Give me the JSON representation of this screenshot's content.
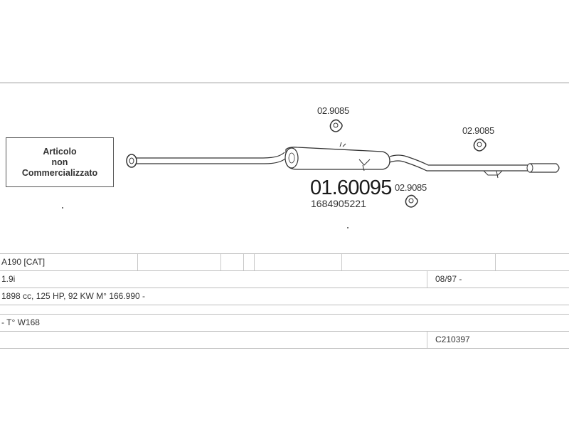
{
  "notice": {
    "line1": "Articolo",
    "line2": "non",
    "line3": "Commercializzato"
  },
  "main_part": {
    "code": "01.60095",
    "oem": "1684905221"
  },
  "mounts": [
    {
      "code": "02.9085"
    },
    {
      "code": "02.9085"
    },
    {
      "code": "02.9085"
    }
  ],
  "table": {
    "row1": {
      "model": "A190  [CAT]"
    },
    "row2": {
      "engine": "1.9i",
      "date": "08/97 -"
    },
    "row3": {
      "specs": "1898 cc, 125 HP, 92 KW M° 166.990 -"
    },
    "row4": {
      "chassis": "- T° W168"
    },
    "row5": {
      "ref": "C210397"
    }
  }
}
